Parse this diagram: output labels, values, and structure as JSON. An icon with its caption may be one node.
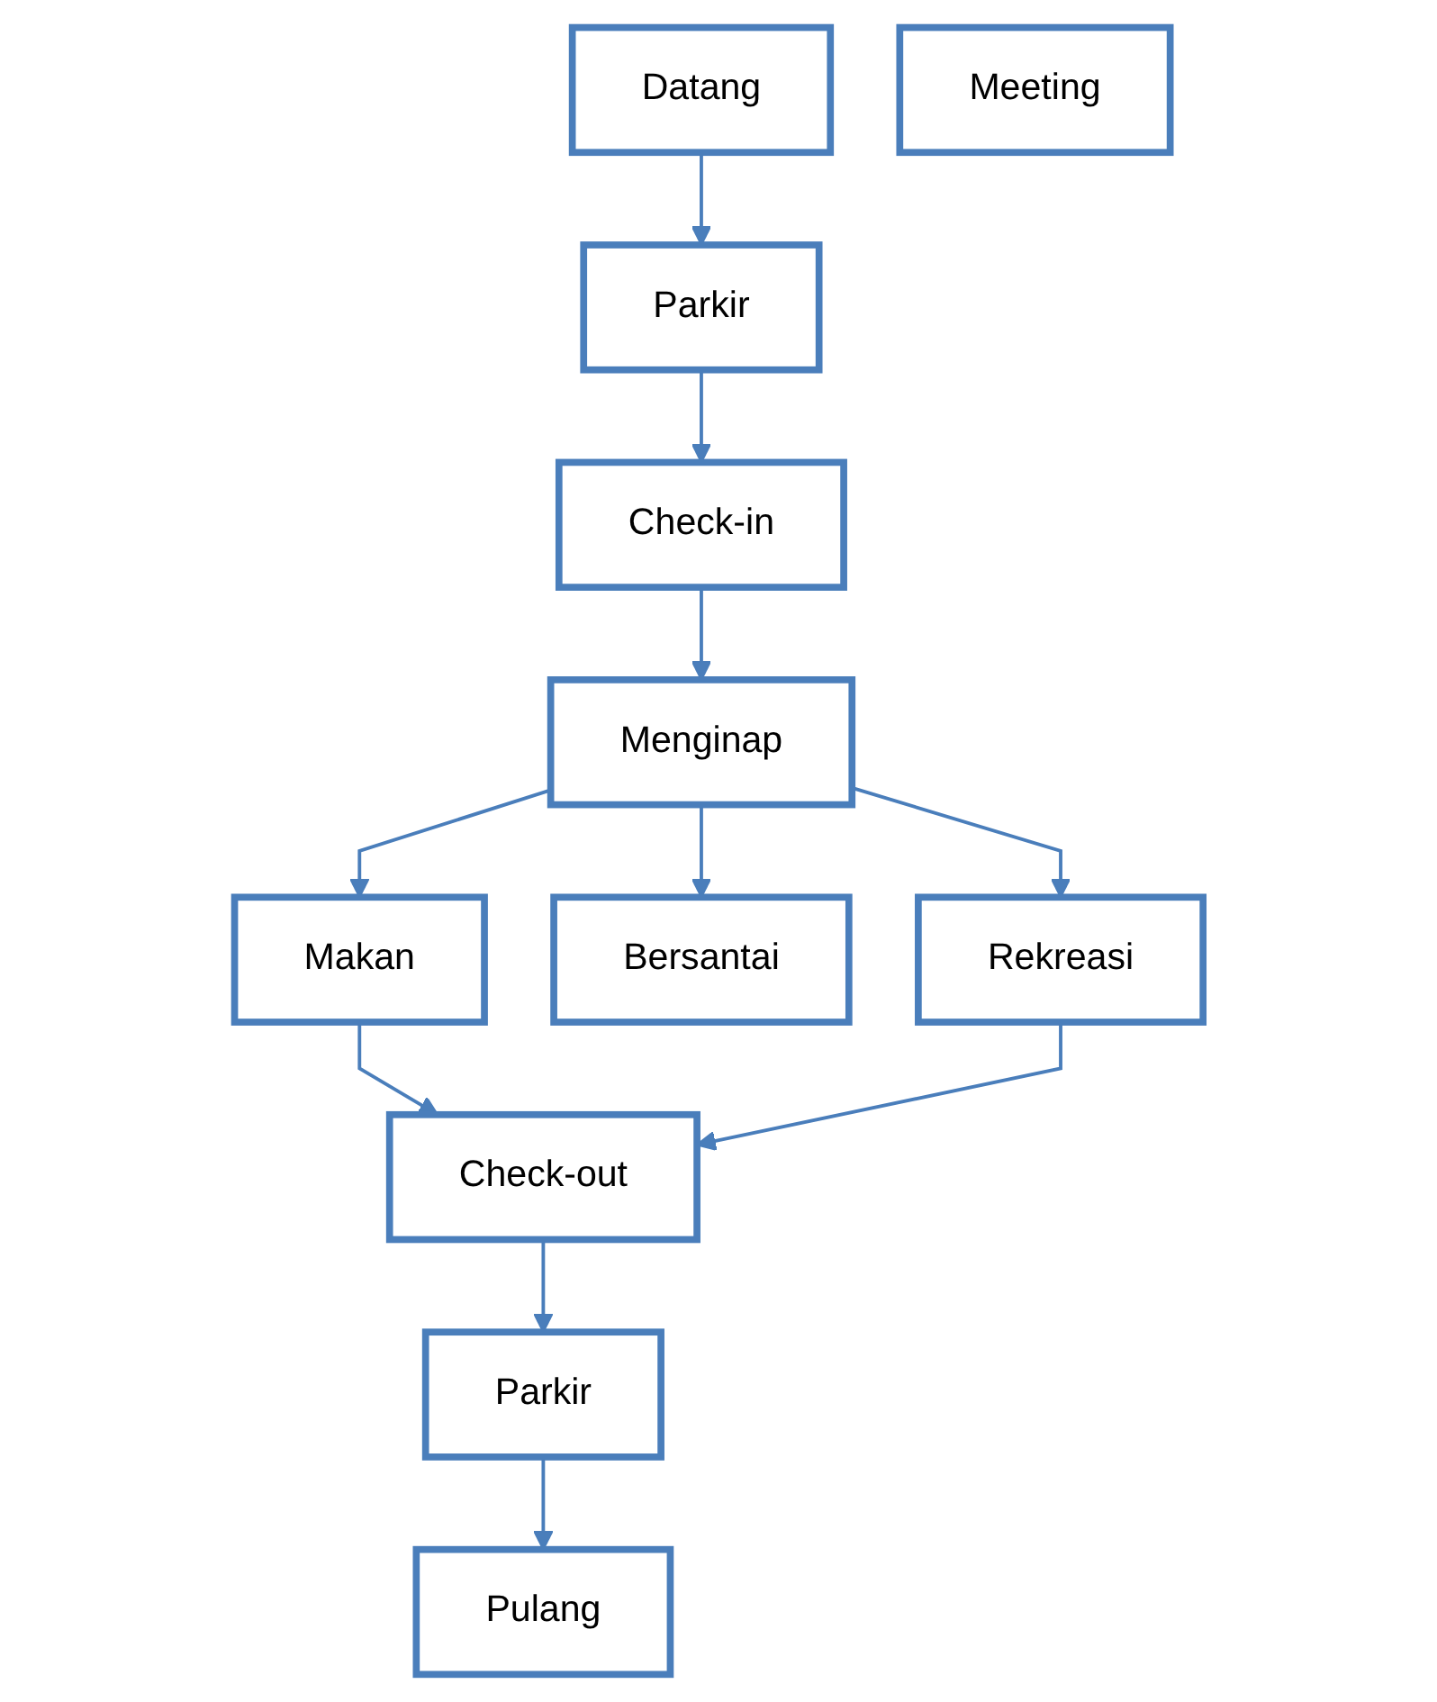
{
  "diagram": {
    "nodes": [
      {
        "text": [
          "Datang"
        ]
      },
      {
        "text": [
          "Parkir"
        ]
      },
      {
        "text": [
          "Check-in"
        ]
      },
      {
        "text": [
          "Menginap"
        ]
      },
      {
        "text": [
          "Makan"
        ]
      },
      {
        "text": [
          "Bersantai"
        ]
      },
      {
        "text": [
          "Meeting"
        ]
      },
      {
        "text": [
          "Rekreasi"
        ]
      },
      {
        "text": [
          "Check-out"
        ]
      },
      {
        "text": [
          "Parkir"
        ]
      },
      {
        "text": [
          "Pulang"
        ]
      }
    ],
    "edges": [
      {
        "from": 0,
        "to": 1,
        "arrow": "to"
      },
      {
        "from": 1,
        "to": 2,
        "arrow": "to"
      },
      {
        "from": 2,
        "to": 3,
        "arrow": "to"
      },
      {
        "from": 3,
        "to": 4,
        "arrow": "to"
      },
      {
        "from": 3,
        "to": 5,
        "arrow": "to"
      },
      {
        "from": 3,
        "to": 7,
        "arrow": "to"
      },
      {
        "from": 4,
        "to": 8,
        "arrow": "to"
      },
      {
        "from": 7,
        "to": 8,
        "arrow": "to"
      },
      {
        "from": 8,
        "to": 9,
        "arrow": "to"
      },
      {
        "from": 9,
        "to": 10,
        "arrow": "to"
      }
    ]
  }
}
